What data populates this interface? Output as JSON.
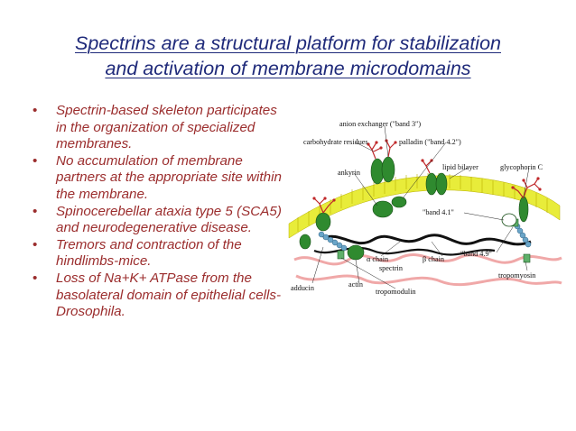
{
  "title": {
    "line1": "Spectrins are a structural platform for stabilization",
    "line2": "and activation of membrane microdomains"
  },
  "bullets": [
    {
      "text": "Spectrin-based skeleton participates in the organization of specialized membranes."
    },
    {
      "text": "No accumulation of membrane partners at the appropriate site within the membrane."
    },
    {
      "text": "Spinocerebellar  ataxia type 5 (SCA5) and neurodegenerative disease."
    },
    {
      "text": "Tremors and contraction of the hindlimbs-mice."
    },
    {
      "text": "Loss of Na+K+ ATPase from the basolateral domain of epithelial cells- Drosophila."
    }
  ],
  "bullet_char": "•",
  "figure": {
    "labels": {
      "anion_exchanger": "anion exchanger (\"band 3\")",
      "carbohydrate": "carbohydrate residues",
      "palladin": "palladin (\"band 4.2\")",
      "lipid_bilayer": "lipid bilayer",
      "glycophorin": "glycophorin C",
      "ankyrin": "ankyrin",
      "band41": "\"band 4.1\"",
      "band49": "\"band 4.9\"",
      "alpha_chain": "α chain",
      "beta_chain": "β chain",
      "spectrin": "spectrin",
      "tropomyosin": "tropomyosin",
      "adducin": "adducin",
      "actin": "actin",
      "tropomodulin": "tropomodulin"
    }
  },
  "colors": {
    "title": "#1f2a7a",
    "bullet_text": "#9b2d2d",
    "bilayer": "#e8ec3a",
    "protein_green": "#2f8a2f",
    "carbohydrate_red": "#c0282a",
    "actin_blue": "#6aa5c8",
    "spectrin_pink": "#f0a8a8"
  }
}
